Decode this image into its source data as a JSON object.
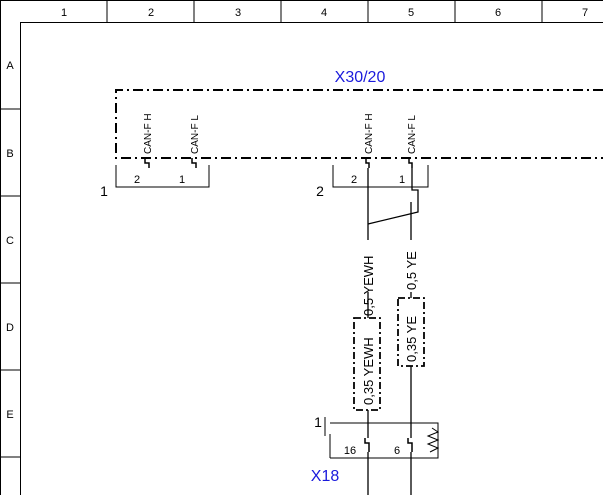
{
  "frame": {
    "columns": [
      "1",
      "2",
      "3",
      "4",
      "5",
      "6",
      "7"
    ],
    "rows": [
      "A",
      "B",
      "C",
      "D",
      "E"
    ]
  },
  "module": {
    "name": "X30/20",
    "group1": {
      "number": "1",
      "pins": [
        {
          "name": "CAN-F H",
          "pin": "2"
        },
        {
          "name": "CAN-F L",
          "pin": "1"
        }
      ]
    },
    "group2": {
      "number": "2",
      "pins": [
        {
          "name": "CAN-F H",
          "pin": "2"
        },
        {
          "name": "CAN-F L",
          "pin": "1"
        }
      ]
    }
  },
  "wires": {
    "upper_h": "0,5 YEWH",
    "upper_l": "0,5 YE",
    "lower_h": "0,35 YEWH",
    "lower_l": "0,35 YE"
  },
  "connector_x18": {
    "name": "X18",
    "number": "1",
    "pins": [
      "16",
      "6"
    ]
  }
}
